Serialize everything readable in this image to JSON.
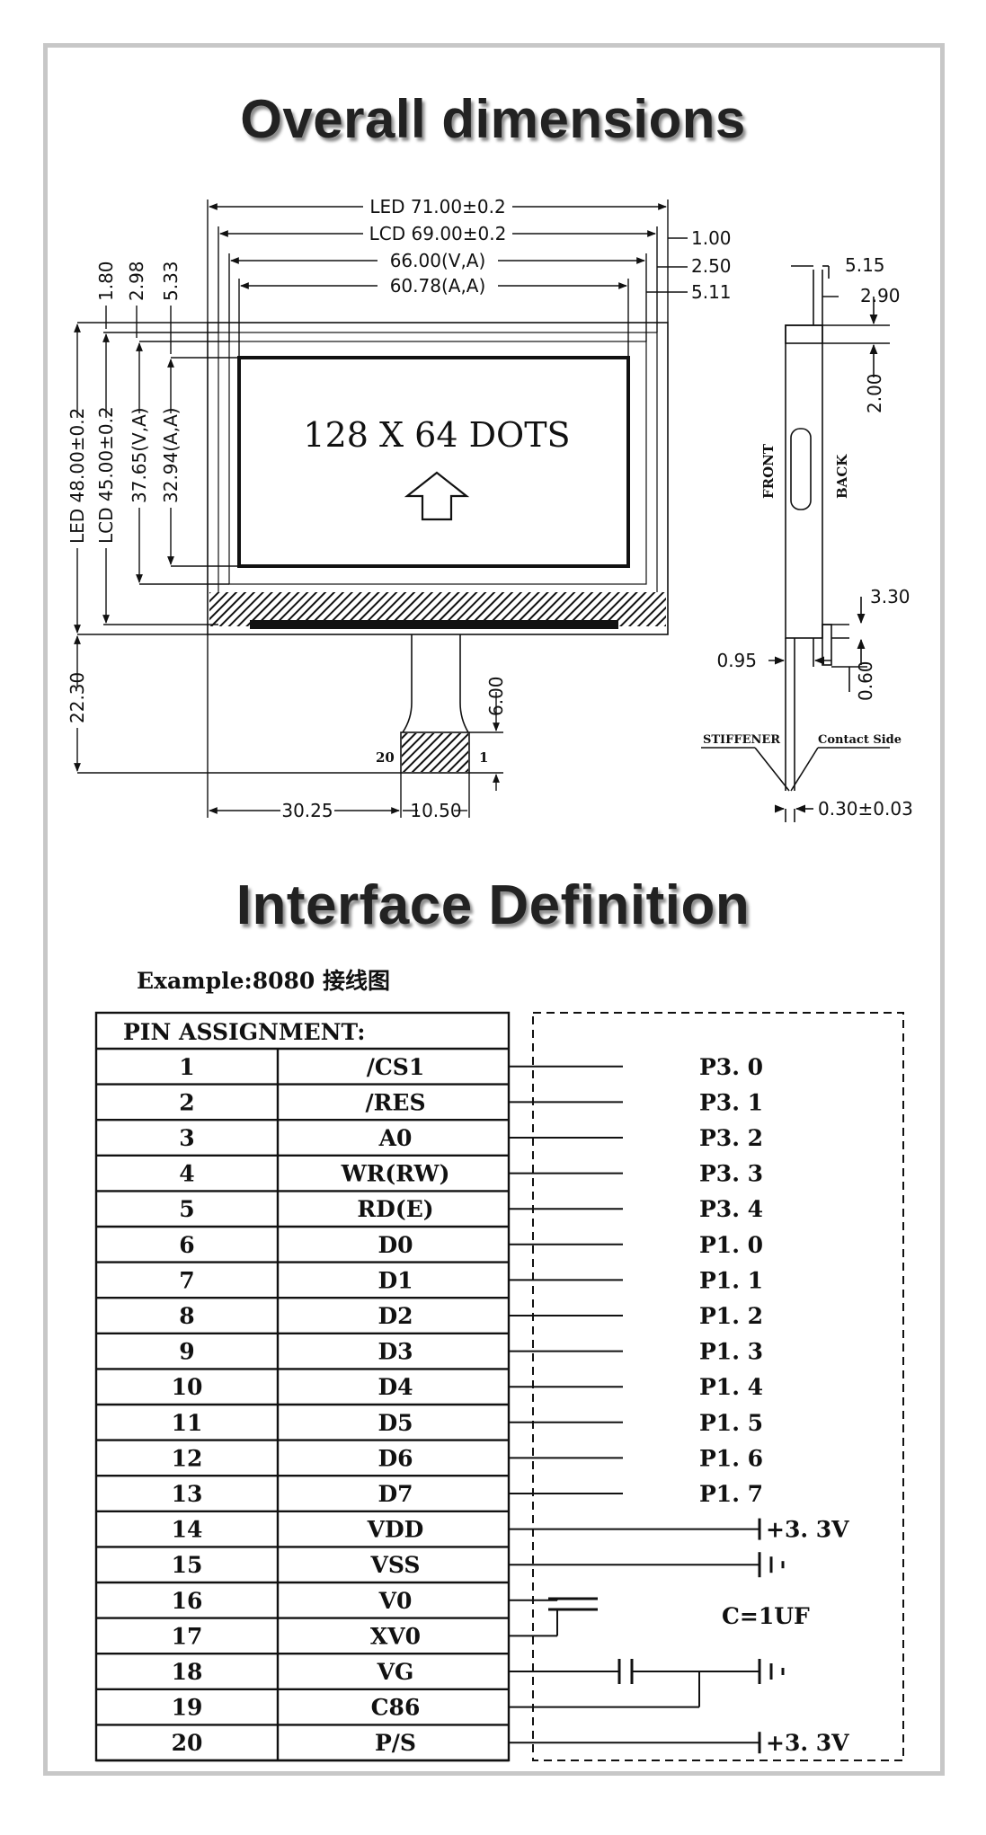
{
  "titles": {
    "overall": "Overall dimensions",
    "interface": "Interface Definition",
    "example": "Example:8080 接线图"
  },
  "dims": {
    "led_w": "LED 71.00±0.2",
    "lcd_w": "LCD 69.00±0.2",
    "va_w": "66.00(V,A)",
    "aa_w": "60.78(A,A)",
    "r1": "1.00",
    "r2": "2.50",
    "r3": "5.11",
    "t1": "1.80",
    "t2": "2.98",
    "t3": "5.33",
    "led_h": "LED 48.00±0.2",
    "lcd_h": "LCD 45.00±0.2",
    "va_h": "37.65(V,A)",
    "aa_h": "32.94(A,A)",
    "fpc_len": "22.30",
    "fpc_off": "30.25",
    "fpc_w": "10.50",
    "fpc_tail": "6.00",
    "pin20": "20",
    "pin1": "1",
    "screen_text": "128 X 64 DOTS",
    "side_t": "5.15",
    "side_g": "2.90",
    "side_h": "2.00",
    "front": "FRONT",
    "back": "BACK",
    "side_330": "3.30",
    "side_095": "0.95",
    "side_060": "0.60",
    "stiffener": "STIFFENER",
    "contact": "Contact Side",
    "fpc_thk": "0.30±0.03"
  },
  "table": {
    "header": "PIN ASSIGNMENT:",
    "rows": [
      {
        "pin": "1",
        "name": "/CS1",
        "conn": "P3. 0"
      },
      {
        "pin": "2",
        "name": "/RES",
        "conn": "P3. 1"
      },
      {
        "pin": "3",
        "name": "A0",
        "conn": "P3. 2"
      },
      {
        "pin": "4",
        "name": "WR(RW)",
        "conn": "P3. 3"
      },
      {
        "pin": "5",
        "name": "RD(E)",
        "conn": "P3. 4"
      },
      {
        "pin": "6",
        "name": "D0",
        "conn": "P1. 0"
      },
      {
        "pin": "7",
        "name": "D1",
        "conn": "P1. 1"
      },
      {
        "pin": "8",
        "name": "D2",
        "conn": "P1. 2"
      },
      {
        "pin": "9",
        "name": "D3",
        "conn": "P1. 3"
      },
      {
        "pin": "10",
        "name": "D4",
        "conn": "P1. 4"
      },
      {
        "pin": "11",
        "name": "D5",
        "conn": "P1. 5"
      },
      {
        "pin": "12",
        "name": "D6",
        "conn": "P1. 6"
      },
      {
        "pin": "13",
        "name": "D7",
        "conn": "P1. 7"
      },
      {
        "pin": "14",
        "name": "VDD",
        "conn": "+3. 3V"
      },
      {
        "pin": "15",
        "name": "VSS",
        "conn": ""
      },
      {
        "pin": "16",
        "name": "V0",
        "conn": ""
      },
      {
        "pin": "17",
        "name": "XV0",
        "conn": ""
      },
      {
        "pin": "18",
        "name": "VG",
        "conn": ""
      },
      {
        "pin": "19",
        "name": "C86",
        "conn": ""
      },
      {
        "pin": "20",
        "name": "P/S",
        "conn": "+3. 3V"
      }
    ],
    "cap_label": "C=1UF"
  },
  "colors": {
    "frame": "#c7c7c7",
    "ink": "#111111"
  }
}
